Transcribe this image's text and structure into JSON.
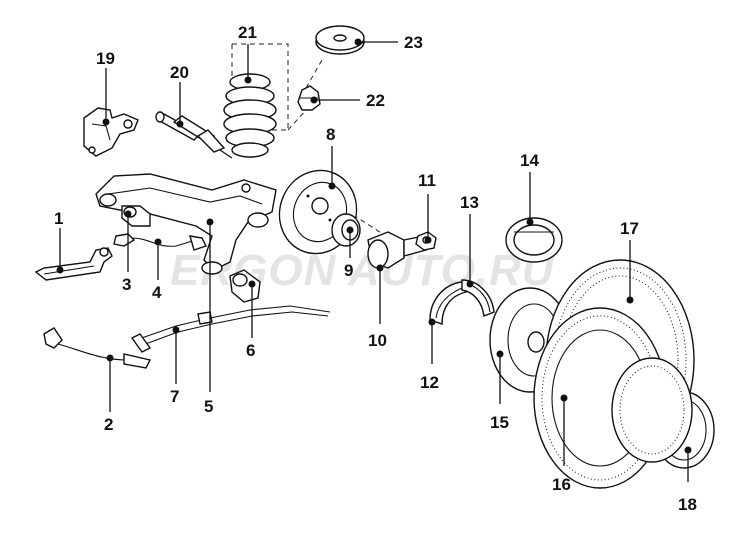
{
  "watermark": "ERGON AUTO.RU",
  "callouts": [
    {
      "id": "1",
      "label": "1"
    },
    {
      "id": "2",
      "label": "2"
    },
    {
      "id": "3",
      "label": "3"
    },
    {
      "id": "4",
      "label": "4"
    },
    {
      "id": "5",
      "label": "5"
    },
    {
      "id": "6",
      "label": "6"
    },
    {
      "id": "7",
      "label": "7"
    },
    {
      "id": "8",
      "label": "8"
    },
    {
      "id": "9",
      "label": "9"
    },
    {
      "id": "10",
      "label": "10"
    },
    {
      "id": "11",
      "label": "11"
    },
    {
      "id": "12",
      "label": "12"
    },
    {
      "id": "13",
      "label": "13"
    },
    {
      "id": "14",
      "label": "14"
    },
    {
      "id": "15",
      "label": "15"
    },
    {
      "id": "16",
      "label": "16"
    },
    {
      "id": "17",
      "label": "17"
    },
    {
      "id": "18",
      "label": "18"
    },
    {
      "id": "19",
      "label": "19"
    },
    {
      "id": "20",
      "label": "20"
    },
    {
      "id": "21",
      "label": "21"
    },
    {
      "id": "22",
      "label": "22"
    },
    {
      "id": "23",
      "label": "23"
    }
  ]
}
